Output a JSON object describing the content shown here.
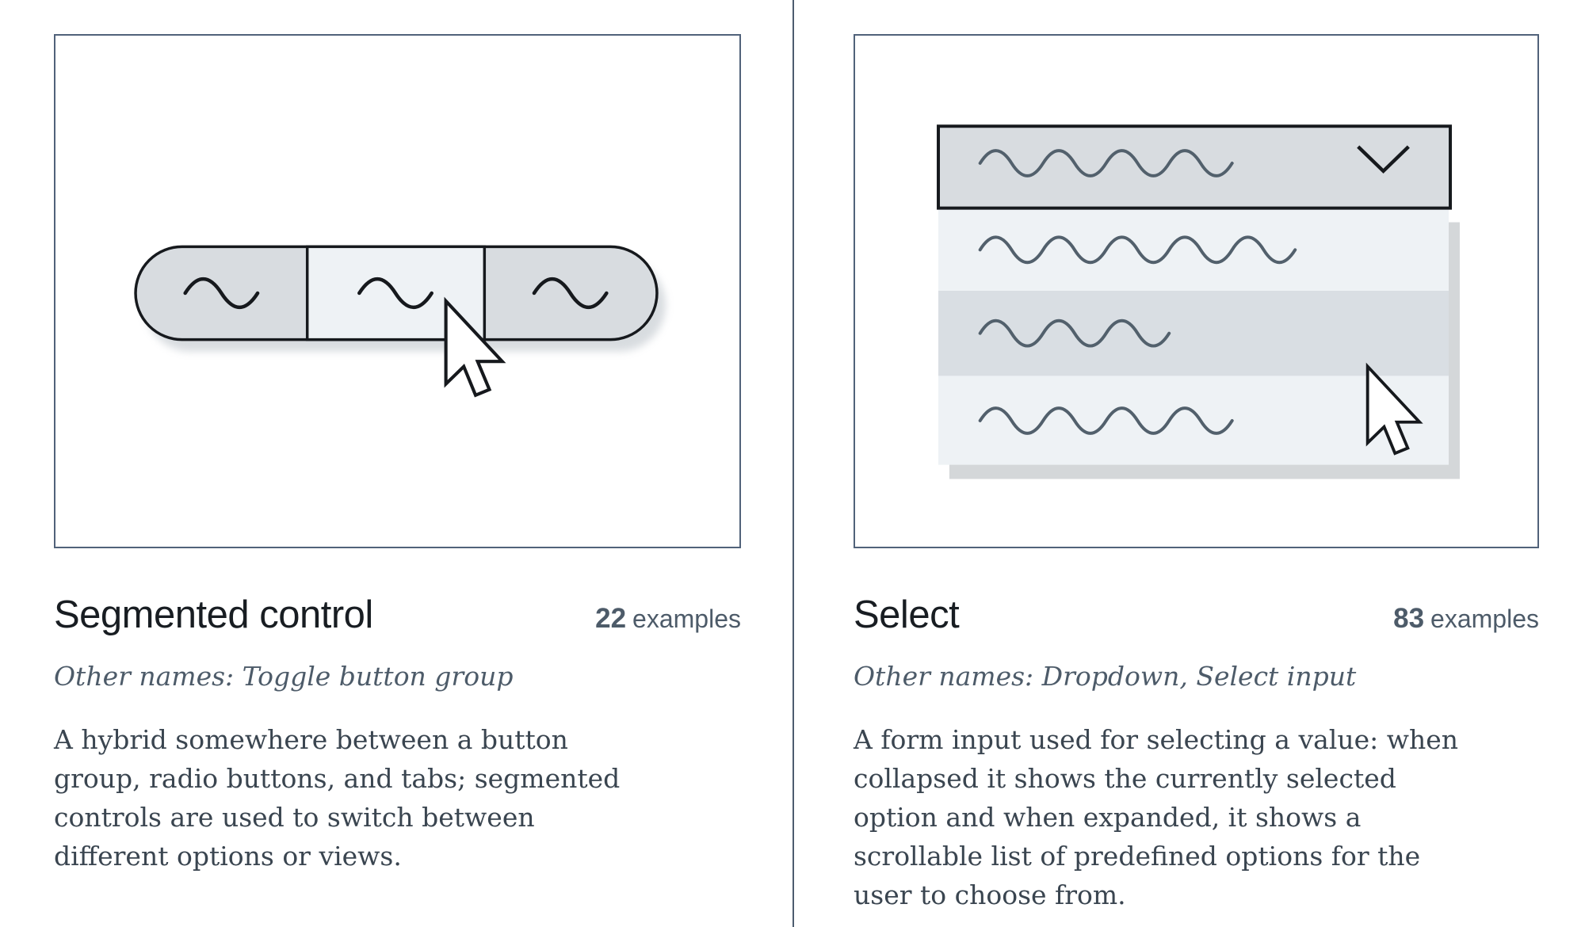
{
  "cards": [
    {
      "id": "segmented-control",
      "title": "Segmented control",
      "examples_count": "22",
      "examples_label": "examples",
      "other_names": "Other names: Toggle button group",
      "description": "A hybrid somewhere between a button group, radio buttons, and tabs; segmented controls are used to switch between different options or views.",
      "illustration": {
        "kind": "segmented-control",
        "segments": 3,
        "selected_segment": 2,
        "icons": [
          "wave-icon",
          "cursor-icon"
        ]
      }
    },
    {
      "id": "select",
      "title": "Select",
      "examples_count": "83",
      "examples_label": "examples",
      "other_names": "Other names: Dropdown, Select input",
      "description": "A form input used for selecting a value: when collapsed it shows the currently selected option and when expanded, it shows a scrollable list of predefined options for the user to choose from.",
      "illustration": {
        "kind": "select-dropdown",
        "options": 3,
        "highlighted_option": 2,
        "icons": [
          "wave-icon",
          "chevron-down-icon",
          "cursor-icon"
        ]
      }
    }
  ],
  "colors": {
    "divider": "#4d5d6f",
    "frame_border": "#51627a",
    "title_text": "#181d22",
    "examples_text": "#4d5b69",
    "other_names_text": "#4d5b69",
    "description_text": "#3a4550",
    "illustration_gray_fill": "#d8dce0",
    "illustration_light_fill": "#eef2f5",
    "illustration_highlight_fill": "#d9dee3",
    "illustration_stroke_dark": "#16191d",
    "illustration_stroke_slate": "#52606c",
    "shadow": "#d4d7d9"
  }
}
